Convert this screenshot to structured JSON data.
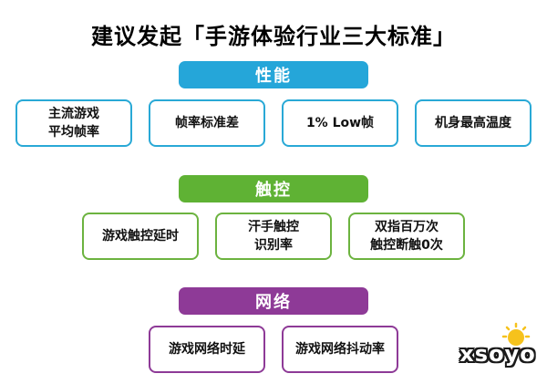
{
  "title": "建议发起「手游体验行业三大标准」",
  "sections": [
    {
      "label": "性能",
      "color": "#25a6d9",
      "items": [
        {
          "lines": [
            "主流游戏",
            "平均帧率"
          ]
        },
        {
          "lines": [
            "帧率标准差"
          ]
        },
        {
          "lines": [
            "1% Low帧"
          ]
        },
        {
          "lines": [
            "机身最高温度"
          ]
        }
      ]
    },
    {
      "label": "触控",
      "color": "#5fb234",
      "items": [
        {
          "lines": [
            "游戏触控延时"
          ]
        },
        {
          "lines": [
            "汗手触控",
            "识别率"
          ]
        },
        {
          "lines": [
            "双指百万次",
            "触控断触0次"
          ]
        }
      ]
    },
    {
      "label": "网络",
      "color": "#8e3a97",
      "items": [
        {
          "lines": [
            "游戏网络时延"
          ]
        },
        {
          "lines": [
            "游戏网络抖动率"
          ]
        }
      ]
    }
  ],
  "logo": {
    "text": "xsoyo"
  }
}
